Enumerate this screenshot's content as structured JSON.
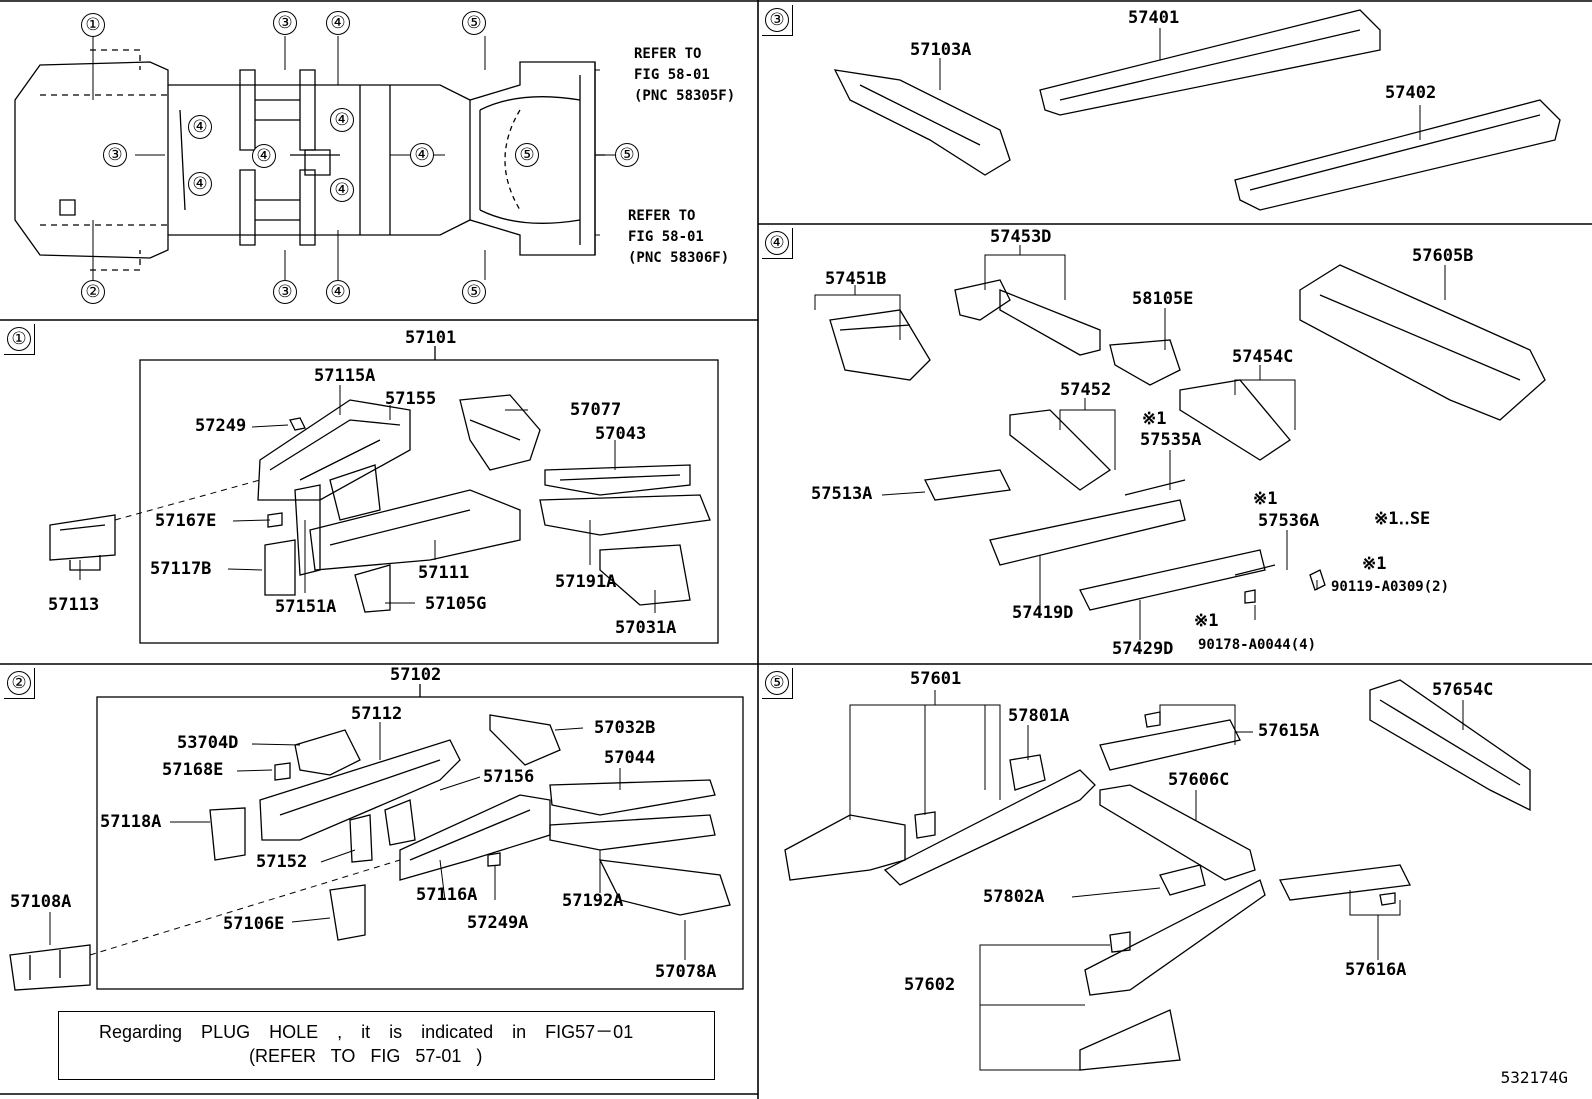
{
  "overview": {
    "circles": [
      {
        "n": "①",
        "id": "c1"
      },
      {
        "n": "②",
        "id": "c2"
      },
      {
        "n": "③",
        "id": "c3a"
      },
      {
        "n": "③",
        "id": "c3b"
      },
      {
        "n": "③",
        "id": "c3c"
      },
      {
        "n": "④",
        "id": "c4a"
      },
      {
        "n": "④",
        "id": "c4b"
      },
      {
        "n": "④",
        "id": "c4c"
      },
      {
        "n": "④",
        "id": "c4d"
      },
      {
        "n": "④",
        "id": "c4e"
      },
      {
        "n": "④",
        "id": "c4f"
      },
      {
        "n": "④",
        "id": "c4g"
      },
      {
        "n": "④",
        "id": "c4h"
      },
      {
        "n": "⑤",
        "id": "c5a"
      },
      {
        "n": "⑤",
        "id": "c5b"
      },
      {
        "n": "⑤",
        "id": "c5c"
      },
      {
        "n": "⑤",
        "id": "c5d"
      }
    ],
    "refer_top": [
      "REFER TO",
      "FIG 58-01",
      "(PNC 58305F)"
    ],
    "refer_bottom": [
      "REFER TO",
      "FIG 58-01",
      "(PNC 58306F)"
    ]
  },
  "sections": {
    "s1": {
      "marker": "①",
      "group_label": "57101",
      "parts": [
        "57115A",
        "57155",
        "57249",
        "57077",
        "57043",
        "57167E",
        "57117B",
        "57113",
        "57151A",
        "57111",
        "57105G",
        "57191A",
        "57031A"
      ]
    },
    "s2": {
      "marker": "②",
      "group_label": "57102",
      "parts": [
        "57112",
        "53704D",
        "57032B",
        "57168E",
        "57044",
        "57156",
        "57118A",
        "57152",
        "57116A",
        "57249A",
        "57192A",
        "57108A",
        "57106E",
        "57078A"
      ]
    },
    "s3": {
      "marker": "③",
      "parts": [
        "57401",
        "57103A",
        "57402"
      ]
    },
    "s4": {
      "marker": "④",
      "parts": [
        "57453D",
        "57605B",
        "57451B",
        "58105E",
        "57454C",
        "57452",
        "※1",
        "57535A",
        "57513A",
        "※1",
        "57536A",
        "※1‥SE",
        "※1",
        "90119-A0309(2)",
        "57419D",
        "※1",
        "57429D",
        "90178-A0044(4)"
      ]
    },
    "s5": {
      "marker": "⑤",
      "parts": [
        "57601",
        "57654C",
        "57801A",
        "57615A",
        "57606C",
        "57802A",
        "57602",
        "57616A"
      ]
    }
  },
  "note": {
    "line1": "Regarding PLUG HOLE , it is indicated in FIG57－01",
    "line2": "(REFER TO FIG 57-01 )"
  },
  "figure_id": "532174G"
}
